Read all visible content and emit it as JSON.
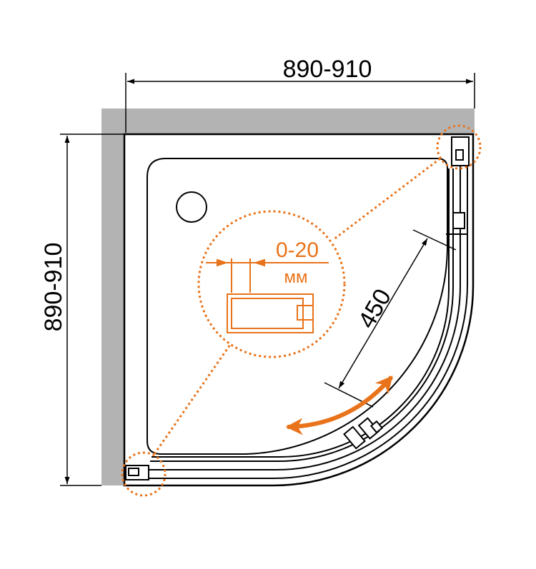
{
  "dimensions": {
    "width_label": "890-910",
    "depth_label": "890-910",
    "door_label": "450"
  },
  "detail": {
    "adjustment_label": "0-20",
    "unit_label": "мм"
  },
  "colors": {
    "wall": "#b3b3b3",
    "outline": "#000000",
    "accent": "#e8731a"
  },
  "icons": {
    "drain": "drain-icon",
    "sliding_arrow": "double-arrow-icon"
  }
}
